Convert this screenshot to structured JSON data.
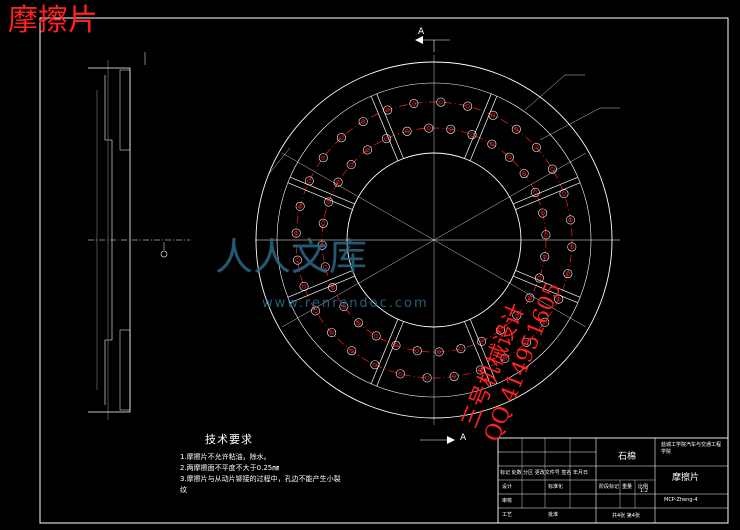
{
  "title": "摩擦片",
  "technical_requirements": {
    "heading": "技术要求",
    "items": [
      "1.摩擦片不允许粘油，除水。",
      "2.两摩擦面不平度不大于0.25㎜",
      "3.摩擦片与从动片铆接的过程中，孔边不能产生小裂",
      "纹"
    ]
  },
  "section_markers": [
    "A",
    "A"
  ],
  "watermark": {
    "logo_text": "人人文库",
    "url": "www.renrendoc.com"
  },
  "stamp": {
    "line1": "三号机械设计",
    "line2": "QQ 414951605"
  },
  "title_block": {
    "material": "石棉",
    "school": "盐城工学院汽车与交通工程学院",
    "part_name": "摩擦片",
    "drawing_number": "MCP-Zheng-4",
    "scale": "1:2",
    "sheet": "共4张 第4张",
    "labels": {
      "mark": "标记 处数 分区 更改文件号 签名 年月日",
      "design": "设计",
      "standard": "标准化",
      "stage": "阶段标记",
      "weight": "重量",
      "scale_label": "比例",
      "review": "审核",
      "process": "工艺",
      "approve": "批准"
    }
  },
  "colors": {
    "background": "#000000",
    "lines": "#ffffff",
    "centerline": "#ff2020",
    "title": "#ff2020",
    "holes": "#ff2020",
    "watermark": "#2a6a86"
  }
}
